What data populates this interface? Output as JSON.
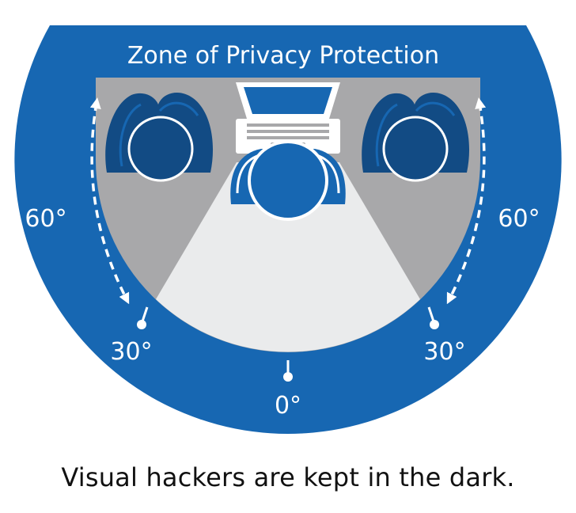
{
  "title": "Zone of Privacy Protection",
  "angle_labels": {
    "left_upper": "60°",
    "right_upper": "60°",
    "left_lower": "30°",
    "right_lower": "30°",
    "center": "0°"
  },
  "caption": "Visual hackers are kept in the dark.",
  "colors": {
    "blue": "#1767B2",
    "dark_blue": "#124B84",
    "gray": "#A8A8AA",
    "light": "#EAEBEC",
    "white": "#FFFFFF"
  }
}
